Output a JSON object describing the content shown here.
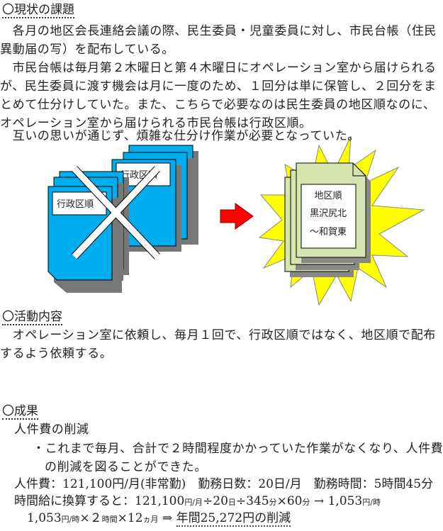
{
  "section1": {
    "heading": "〇現状の課題",
    "lines": [
      "　各月の地区会長連絡会議の際、民生委員・児童委員に対し、市民台帳（住民",
      "異動届の写）を配布している。",
      "　市民台帳は毎月第２木曜日と第４木曜日にオペレーション室から届けられる",
      "が、民生委員に渡す機会は月に一度のため、１回分は単に保管し、２回分をま",
      "とめて仕分けしていた。また、こちらで必要なのは民生委員の地区順なのに、",
      "オペレーション室から届けられる市民台帳は行政区順。",
      "　互いの思いが通じず、煩雑な仕分け作業が必要となっていた。"
    ]
  },
  "diagram": {
    "old_label": "行政区順",
    "new_label_lines": [
      "地区順",
      "黒沢尻北",
      "～和賀東"
    ],
    "colors": {
      "old_doc": "#00AEEF",
      "new_doc": "#D6E4B0",
      "burst": "#FFFF00",
      "arrow": "#FF0000"
    }
  },
  "section2": {
    "heading": "〇活動内容",
    "lines": [
      "　オペレーション室に依頼し、毎月１回で、行政区順ではなく、地区順で配布",
      "するよう依頼する。"
    ]
  },
  "section3": {
    "heading": "〇成果",
    "subheading": "人件費の削減",
    "bullet_lines": [
      "・これまで毎月、合計で２時間程度かかっていた作業がなくなり、人件費",
      "の削減を図ることができた。"
    ],
    "calc1": "人件費：121,100円/月(非常勤)　勤務日数：20日/月　勤務時間：5時間45分",
    "calc2_a": "時間給に換算すると：121,100",
    "calc2_u1": "円/月",
    "calc2_b": "÷20",
    "calc2_u2": "日",
    "calc2_c": "÷345",
    "calc2_u3": "分",
    "calc2_d": "×60",
    "calc2_u4": "分",
    "calc2_e": " → 1,053",
    "calc2_u5": "円/時",
    "calc3_a": "1,053",
    "calc3_u1": "円/時",
    "calc3_b": "×２",
    "calc3_u2": "時間",
    "calc3_c": "×12",
    "calc3_u3": "ヵ月",
    "calc3_d": " ⇒ ",
    "result": "年間25,272円の削減"
  }
}
